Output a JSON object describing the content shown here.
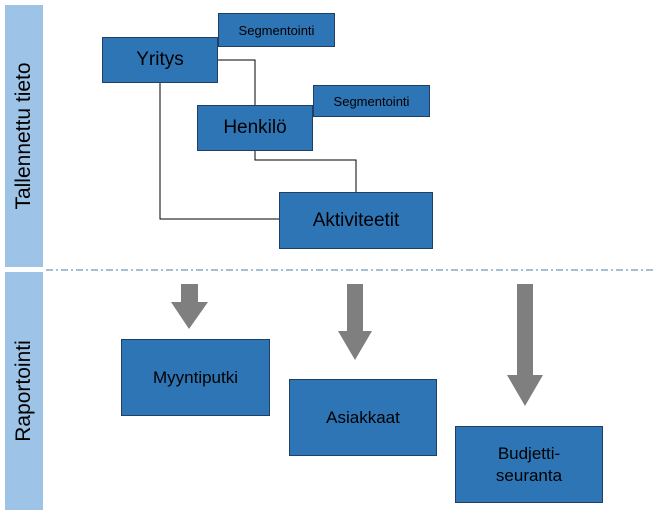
{
  "sections": {
    "stored_label": "Tallennettu tieto",
    "reporting_label": "Raportointi"
  },
  "stored": {
    "company": "Yritys",
    "company_segmentation": "Segmentointi",
    "person": "Henkilö",
    "person_segmentation": "Segmentointi",
    "activities": "Aktiviteetit"
  },
  "reports": {
    "sales_pipeline": "Myyntiputki",
    "customers": "Asiakkaat",
    "budget_line1": "Budjetti-",
    "budget_line2": "seuranta"
  },
  "colors": {
    "box_fill": "#2e75b6",
    "sidebar_band": "#9dc3e6",
    "arrow": "#7f7f7f",
    "divider": "#4a7ea8"
  }
}
